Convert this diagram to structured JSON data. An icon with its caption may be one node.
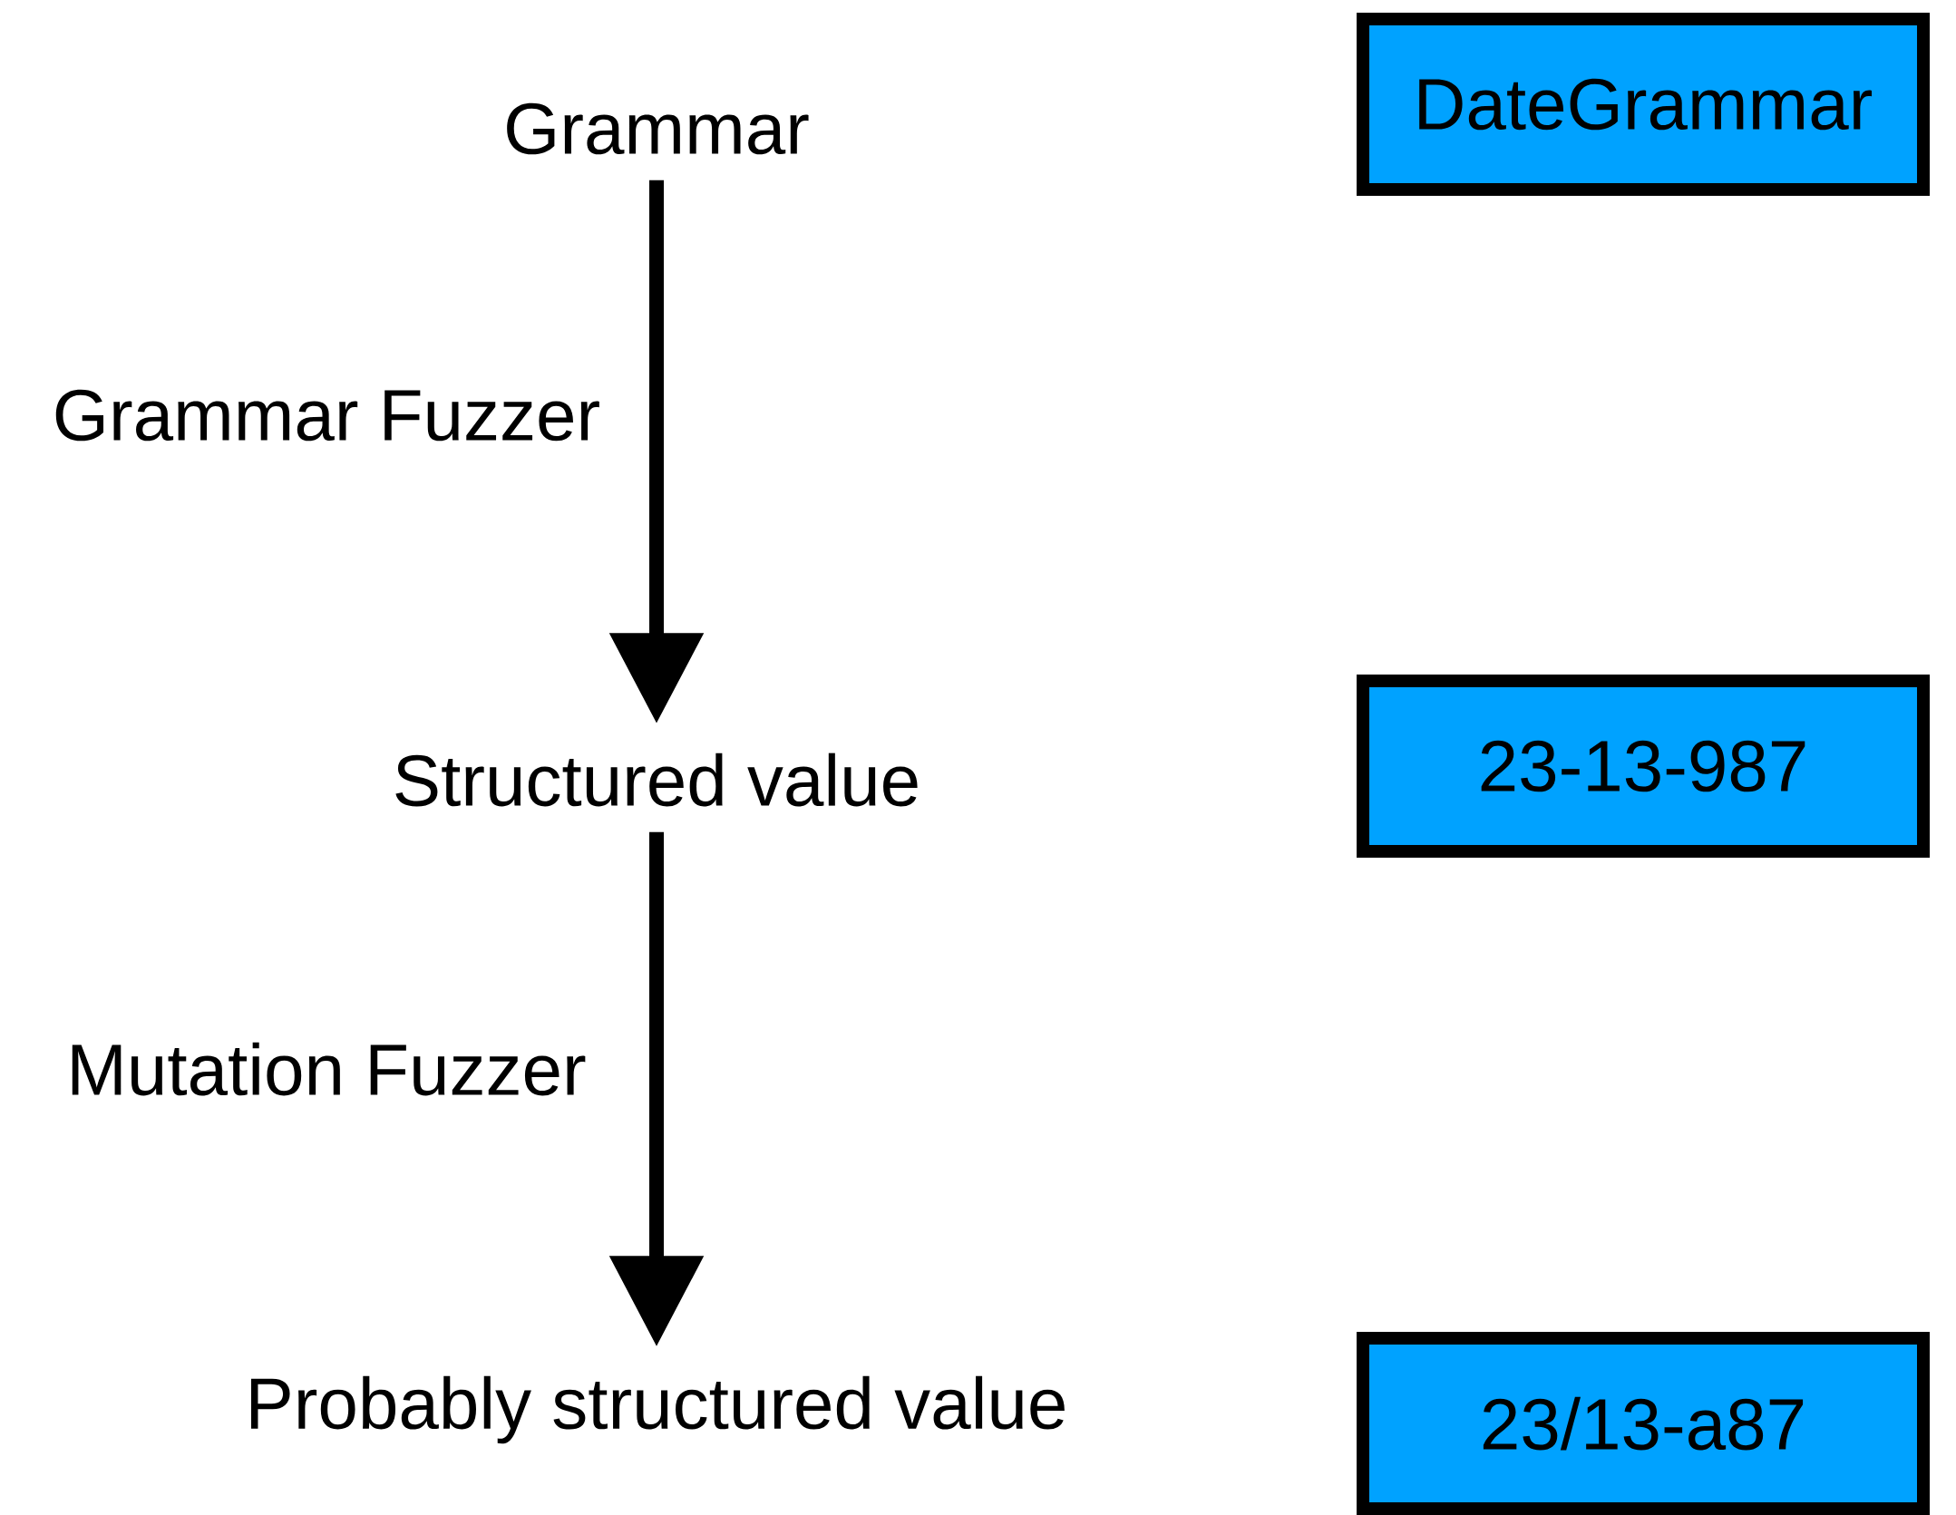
{
  "diagram": {
    "nodes": [
      {
        "text": [
          "Grammar"
        ]
      },
      {
        "text": [
          "Structured value"
        ]
      },
      {
        "text": [
          "Probably structured value"
        ]
      },
      {
        "text": [
          "DateGrammar"
        ]
      },
      {
        "text": [
          "23-13-987"
        ]
      },
      {
        "text": [
          "23/13-a87"
        ]
      }
    ],
    "edges": [
      {
        "from": 0,
        "to": 1,
        "arrow": "to",
        "label": "Grammar Fuzzer"
      },
      {
        "from": 1,
        "to": 2,
        "arrow": "to",
        "label": "Mutation Fuzzer"
      }
    ]
  }
}
